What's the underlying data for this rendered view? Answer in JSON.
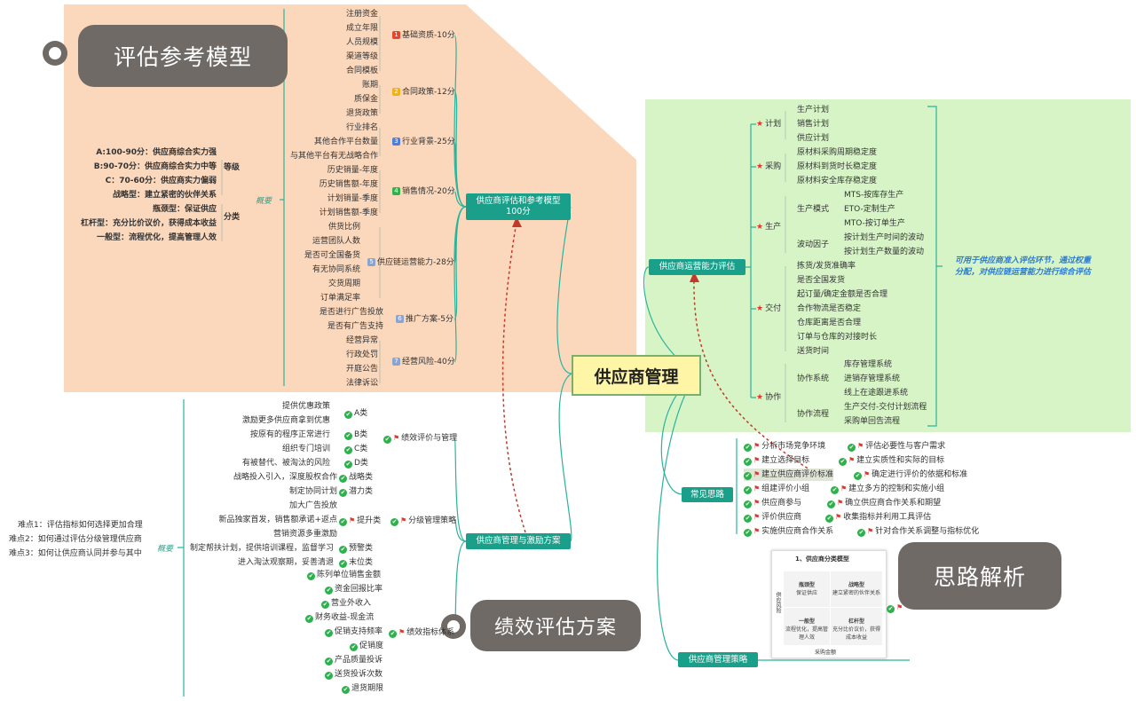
{
  "root": "供应商管理",
  "labels": {
    "model": "评估参考模型",
    "thinking": "思路解析",
    "performance": "绩效评估方案"
  },
  "model_branch": {
    "title": "供应商评估和参考模型\n100分",
    "categories": [
      {
        "badge": "1",
        "color": "#e6452d",
        "label": "基础资质-10分",
        "items": [
          "注册资金",
          "成立年限",
          "人员规模",
          "渠道等级",
          "合同模板"
        ]
      },
      {
        "badge": "2",
        "color": "#f0b21a",
        "label": "合同政策-12分",
        "items": [
          "账期",
          "质保金",
          "退货政策"
        ]
      },
      {
        "badge": "3",
        "color": "#4f7fd8",
        "label": "行业背景-25分",
        "items": [
          "行业排名",
          "其他合作平台数量",
          "与其他平台有无战略合作"
        ]
      },
      {
        "badge": "4",
        "color": "#32b04c",
        "label": "销售情况-20分",
        "items": [
          "历史销量-年度",
          "历史销售额-年度",
          "计划销量-季度",
          "计划销售额-季度"
        ]
      },
      {
        "badge": "5",
        "color": "#8aa4d2",
        "label": "供应链运营能力-28分",
        "items": [
          "供货比例",
          "运营团队人数",
          "是否可全国备货",
          "有无协同系统",
          "交货周期",
          "订单满足率"
        ]
      },
      {
        "badge": "6",
        "color": "#8aa4d2",
        "label": "推广方案-5分",
        "items": [
          "是否进行广告投放",
          "是否有广告支持"
        ]
      },
      {
        "badge": "7",
        "color": "#8aa4d2",
        "label": "经营风险-40分",
        "items": [
          "经营异常",
          "行政处罚",
          "开庭公告",
          "法律诉讼"
        ]
      }
    ],
    "summary_label": "概要",
    "grade": {
      "label": "等级",
      "items": [
        "A:100-90分：供应商综合实力强",
        "B:90-70分：供应商综合实力中等",
        "C：70-60分：供应商实力偏弱"
      ]
    },
    "classify": {
      "label": "分类",
      "items": [
        "战略型：建立紧密的伙伴关系",
        "瓶颈型：保证供应",
        "杠杆型：充分比价议价，获得成本收益",
        "一般型：流程优化，提高管理人效"
      ]
    }
  },
  "ops_branch": {
    "title": "供应商运营能力评估",
    "note": "可用于供应商准入评估环节，通过权重分配，对供应链运营能力进行综合评估",
    "groups": [
      {
        "label": "计划",
        "items": [
          "生产计划",
          "销售计划",
          "供应计划"
        ]
      },
      {
        "label": "采购",
        "items": [
          "原材料采购周期稳定度",
          "原材料到货时长稳定度",
          "原材料安全库存稳定度"
        ]
      },
      {
        "label": "生产",
        "sub": [
          {
            "label": "生产模式",
            "items": [
              "MTS-按库存生产",
              "ETO-定制生产",
              "MTO-按订单生产"
            ]
          },
          {
            "label": "波动因子",
            "items": [
              "按计划生产时间的波动",
              "按计划生产数量的波动"
            ]
          }
        ]
      },
      {
        "label": "交付",
        "items": [
          "拣货/发货准确率",
          "是否全国发货",
          "起订量/确定金额是否合理",
          "合作物流是否稳定",
          "仓库距离是否合理",
          "订单与仓库的对接时长",
          "送货时间"
        ]
      },
      {
        "label": "协作",
        "sub": [
          {
            "label": "协作系统",
            "items": [
              "库存管理系统",
              "进销存管理系统",
              "线上在途跟进系统"
            ]
          },
          {
            "label": "协作流程",
            "items": [
              "生产交付-交付计划流程",
              "采购单回告流程"
            ]
          }
        ]
      }
    ]
  },
  "thinking_branch": {
    "title": "常见思路",
    "rows": [
      [
        "分析市场竞争环境",
        "评估必要性与客户需求"
      ],
      [
        "建立选择目标",
        "建立实质性和实际的目标"
      ],
      [
        "建立供应商评价标准",
        "确定进行评价的依据和标准"
      ],
      [
        "组建评价小组",
        "建立多方的控制和实施小组"
      ],
      [
        "供应商参与",
        "确立供应商合作关系和期望"
      ],
      [
        "评价供应商",
        "收集指标并利用工具评估"
      ],
      [
        "实施供应商合作关系",
        "针对合作关系调整与指标优化"
      ]
    ]
  },
  "strategy_branch": {
    "title": "供应商管理策略",
    "thumb_title": "1、供应商分类模型",
    "quadrants": [
      {
        "title": "瓶颈型",
        "desc": "保证供应"
      },
      {
        "title": "战略型",
        "desc": "建立紧密的伙伴关系"
      },
      {
        "title": "一般型",
        "desc": "流程优化，提高管理人效"
      },
      {
        "title": "杠杆型",
        "desc": "充分比价议价，获得成本收益"
      }
    ],
    "y_axis": "供应风险",
    "x_axis": "采购金额"
  },
  "incentive_branch": {
    "title": "供应商管理与激励方案",
    "summary_label": "概要",
    "difficulties": [
      "难点1：评估指标如何选择更加合理",
      "难点2：如何通过评估分级管理供应商",
      "难点3：如何让供应商认同并参与其中"
    ],
    "perf": {
      "label": "绩效评价与管理",
      "groups": [
        {
          "label": "A类",
          "items": [
            "提供优惠政策",
            "激励更多供应商拿到优惠"
          ]
        },
        {
          "label": "B类",
          "items": [
            "按原有的程序正常进行"
          ]
        },
        {
          "label": "C类",
          "items": [
            "组织专门培训"
          ]
        },
        {
          "label": "D类",
          "items": [
            "有被替代、被淘汰的风险"
          ]
        }
      ]
    },
    "tier": {
      "label": "分级管理策略",
      "groups": [
        {
          "label": "战略类",
          "items": [
            "战略投入引入，深度股权合作"
          ]
        },
        {
          "label": "潜力类",
          "items": [
            "制定协同计划"
          ]
        },
        {
          "label": "提升类",
          "items": [
            "加大广告投放",
            "新品独家首发，销售额承诺+返点",
            "营销资源多重激励"
          ]
        },
        {
          "label": "预警类",
          "items": [
            "制定帮扶计划，提供培训课程，监督学习"
          ]
        },
        {
          "label": "末位类",
          "items": [
            "进入淘汰观察期，妥善清退"
          ]
        }
      ]
    },
    "kpi": {
      "label": "绩效指标体系",
      "items": [
        "陈列单位销售金额",
        "资金回报比率",
        "营业外收入",
        "财务收益-现金流",
        "促销支持频率",
        "促销度",
        "产品质量投诉",
        "送货投诉次数",
        "退货期限"
      ]
    }
  }
}
